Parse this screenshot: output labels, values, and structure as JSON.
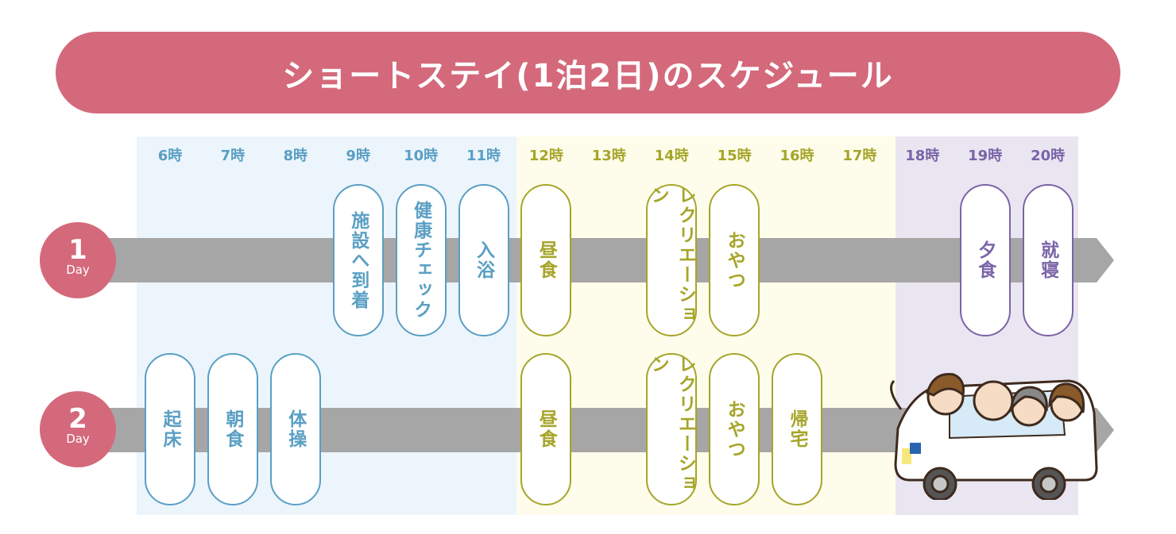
{
  "title": "ショートステイ(1泊2日)のスケジュール",
  "colors": {
    "title": "#d4697b",
    "morning": "#5a9fc4",
    "afternoon": "#a6a52a",
    "evening": "#7b64a8"
  },
  "hours": [
    "6時",
    "7時",
    "8時",
    "9時",
    "10時",
    "11時",
    "12時",
    "13時",
    "14時",
    "15時",
    "16時",
    "17時",
    "18時",
    "19時",
    "20時"
  ],
  "day1": {
    "number": "1",
    "label": "Day",
    "events": [
      {
        "hour": "9時",
        "text": "施設へ到着"
      },
      {
        "hour": "10時",
        "text": "健康チェック"
      },
      {
        "hour": "11時",
        "text": "入浴"
      },
      {
        "hour": "12時",
        "text": "昼食"
      },
      {
        "hour": "14時",
        "text": "レクリエーション"
      },
      {
        "hour": "15時",
        "text": "おやつ"
      },
      {
        "hour": "19時",
        "text": "夕食"
      },
      {
        "hour": "20時",
        "text": "就寝"
      }
    ]
  },
  "day2": {
    "number": "2",
    "label": "Day",
    "events": [
      {
        "hour": "6時",
        "text": "起床"
      },
      {
        "hour": "7時",
        "text": "朝食"
      },
      {
        "hour": "8時",
        "text": "体操"
      },
      {
        "hour": "12時",
        "text": "昼食"
      },
      {
        "hour": "14時",
        "text": "レクリエーション"
      },
      {
        "hour": "15時",
        "text": "おやつ"
      },
      {
        "hour": "16時",
        "text": "帰宅"
      }
    ]
  }
}
